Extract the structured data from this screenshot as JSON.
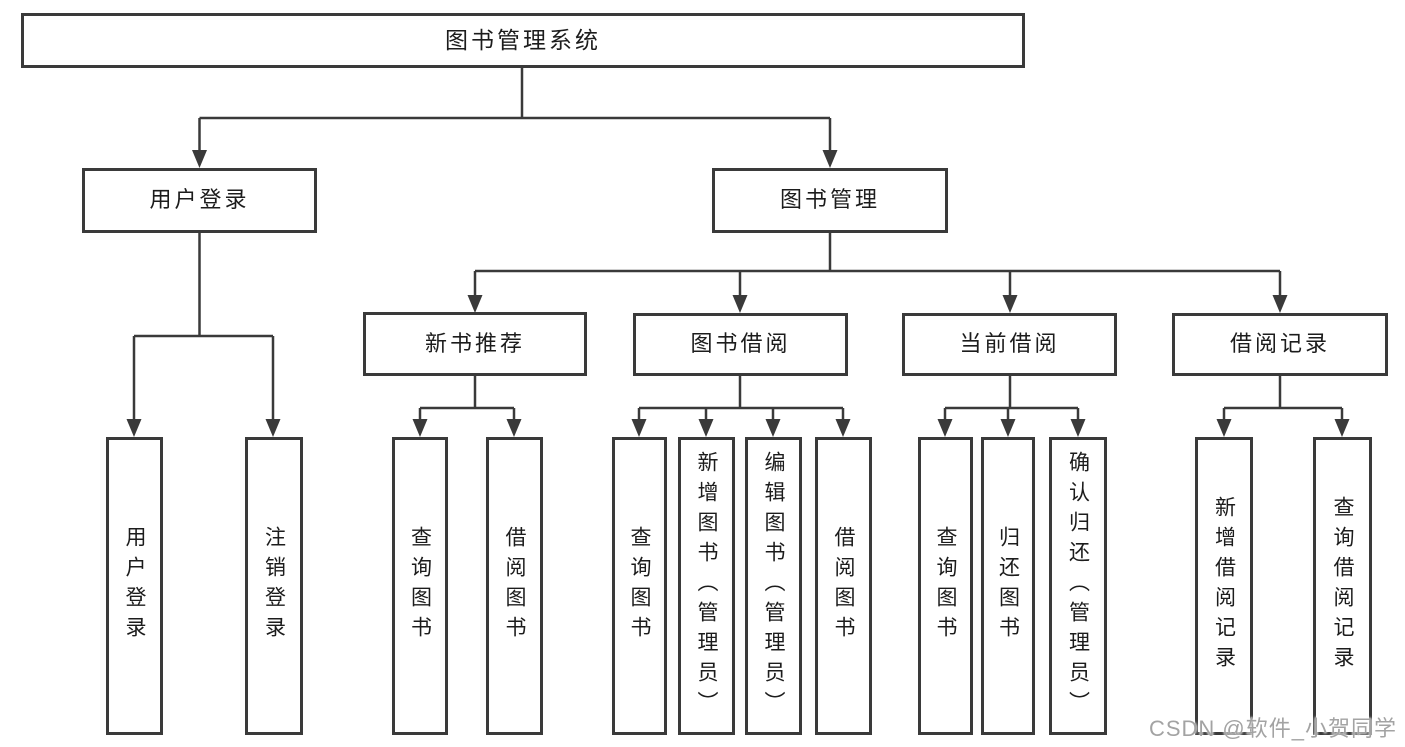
{
  "root": {
    "label": "图书管理系统"
  },
  "subtrees": [
    {
      "label": "用户登录",
      "leaves": [
        {
          "label": "用户登录"
        },
        {
          "label": "注销登录"
        }
      ]
    },
    {
      "label": "图书管理",
      "groups": [
        {
          "label": "新书推荐",
          "leaves": [
            {
              "label": "查询图书"
            },
            {
              "label": "借阅图书"
            }
          ]
        },
        {
          "label": "图书借阅",
          "leaves": [
            {
              "label": "查询图书"
            },
            {
              "label": "新增图书（管理员）"
            },
            {
              "label": "编辑图书（管理员）"
            },
            {
              "label": "借阅图书"
            }
          ]
        },
        {
          "label": "当前借阅",
          "leaves": [
            {
              "label": "查询图书"
            },
            {
              "label": "归还图书"
            },
            {
              "label": "确认归还（管理员）"
            }
          ]
        },
        {
          "label": "借阅记录",
          "leaves": [
            {
              "label": "新增借阅记录"
            },
            {
              "label": "查询借阅记录"
            }
          ]
        }
      ]
    }
  ],
  "watermark": {
    "text": "CSDN @软件_小贺同学"
  },
  "colors": {
    "line": "#3a3a3a",
    "text": "#1c1c1c",
    "background": "#ffffff",
    "watermark": "#a3a3a3"
  }
}
